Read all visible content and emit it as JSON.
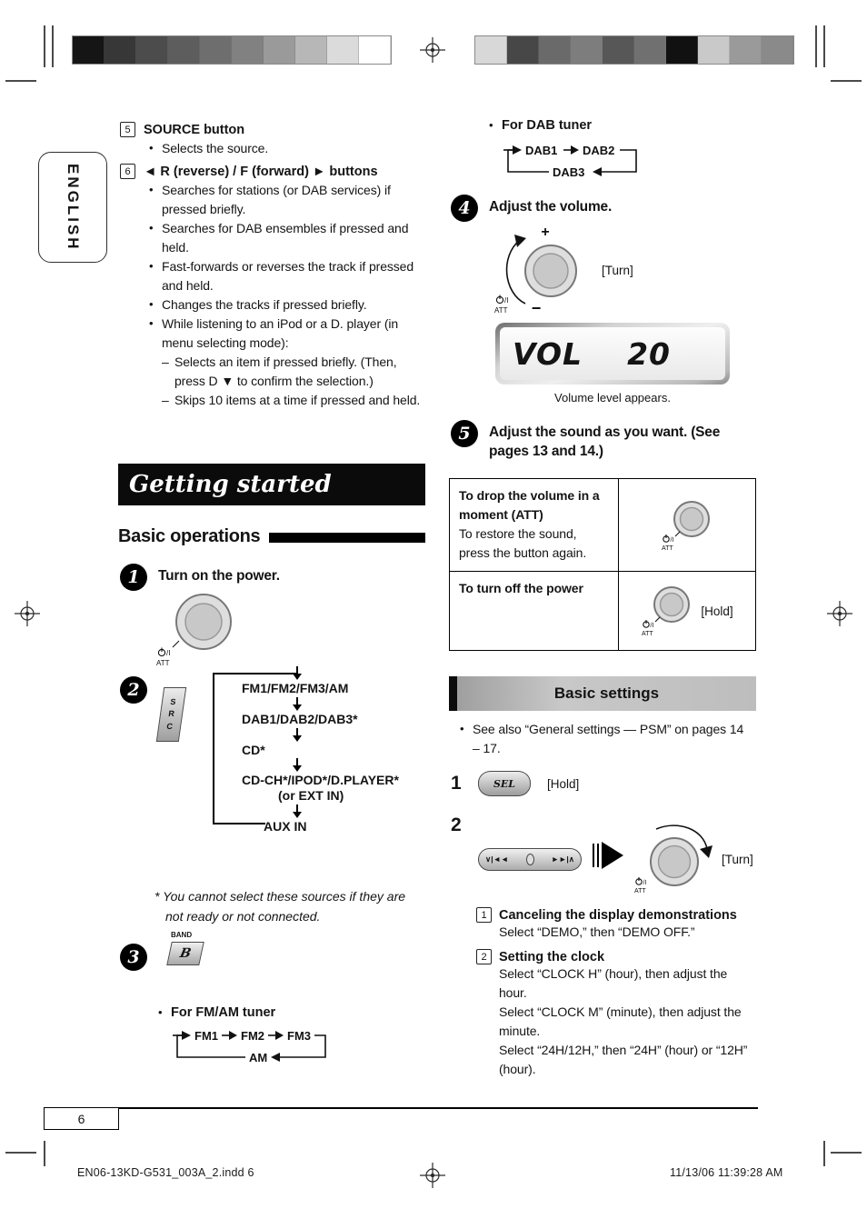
{
  "meta": {
    "language_tab": "ENGLISH",
    "page_number": "6",
    "footer_left": "EN06-13KD-G531_003A_2.indd   6",
    "footer_right": "11/13/06   11:39:28 AM"
  },
  "calibration": {
    "strip1": [
      "#151515",
      "#373737",
      "#4c4c4c",
      "#5d5d5d",
      "#6e6e6e",
      "#818181",
      "#9a9a9a",
      "#b7b7b7",
      "#dbdbdb",
      "#ffffff"
    ],
    "strip2": [
      "#d8d8d8",
      "#474747",
      "#6a6a6a",
      "#7d7d7d",
      "#575757",
      "#707070",
      "#111111",
      "#c9c9c9",
      "#9a9a9a",
      "#8a8a8a"
    ]
  },
  "left": {
    "item5_num": "5",
    "item5_title": "SOURCE button",
    "item5_b1": "Selects the source.",
    "item6_num": "6",
    "item6_title": "◄ R (reverse) / F (forward) ► buttons",
    "item6_b1": "Searches for stations (or DAB services) if pressed briefly.",
    "item6_b2": "Searches for DAB ensembles if pressed and held.",
    "item6_b3": "Fast-forwards or reverses the track if pressed and held.",
    "item6_b4": "Changes the tracks if pressed briefly.",
    "item6_b5": "While listening to an iPod or a D. player (in menu selecting mode):",
    "item6_d1": "Selects an item if pressed briefly. (Then, press D ▼ to confirm the selection.)",
    "item6_d2": "Skips 10 items at a time if pressed and held.",
    "section_title": "Getting started",
    "subsection_title": "Basic operations",
    "step1_num": "1",
    "step1_title": "Turn on the power.",
    "step2_num": "2",
    "src_key": "SRC",
    "flow_1": "FM1/FM2/FM3/AM",
    "flow_2": "DAB1/DAB2/DAB3*",
    "flow_3": "CD*",
    "flow_4a": "CD-CH*/IPOD*/D.PLAYER*",
    "flow_4b": "(or EXT IN)",
    "flow_5": "AUX IN",
    "flow_note": "* You cannot select these sources if they are not ready or not connected.",
    "step3_num": "3",
    "band_label": "BAND",
    "band_key": "B",
    "fm_label": "For FM/AM tuner",
    "fm1": "FM1",
    "fm2": "FM2",
    "fm3": "FM3",
    "am": "AM"
  },
  "right": {
    "dab_label": "For DAB tuner",
    "dab1": "DAB1",
    "dab2": "DAB2",
    "dab3": "DAB3",
    "step4_num": "4",
    "step4_title": "Adjust the volume.",
    "turn": "[Turn]",
    "plus": "+",
    "minus": "−",
    "att": "ATT",
    "display_vol": "VOL",
    "display_level": "20",
    "display_caption": "Volume level appears.",
    "step5_num": "5",
    "step5_title": "Adjust the sound as you want. (See pages 13 and 14.)",
    "table_r1_title": "To drop the volume in a moment (ATT)",
    "table_r1_body": "To restore the sound, press the button again.",
    "table_r2_title": "To turn off the power",
    "hold": "[Hold]",
    "settings_title": "Basic settings",
    "settings_note": "See also “General settings — PSM” on pages 14 – 17.",
    "sstep1_num": "1",
    "sel_key": "SEL",
    "sstep2_num": "2",
    "rocker_left": "∨|◄◄",
    "rocker_right": "►►|∧",
    "sitem1_num": "1",
    "sitem1_title": "Canceling the display demonstrations",
    "sitem1_body": "Select “DEMO,” then “DEMO OFF.”",
    "sitem2_num": "2",
    "sitem2_title": "Setting the clock",
    "sitem2_l1": "Select “CLOCK H” (hour), then adjust the hour.",
    "sitem2_l2": "Select “CLOCK M” (minute), then adjust the minute.",
    "sitem2_l3": "Select “24H/12H,” then “24H” (hour) or “12H” (hour)."
  }
}
